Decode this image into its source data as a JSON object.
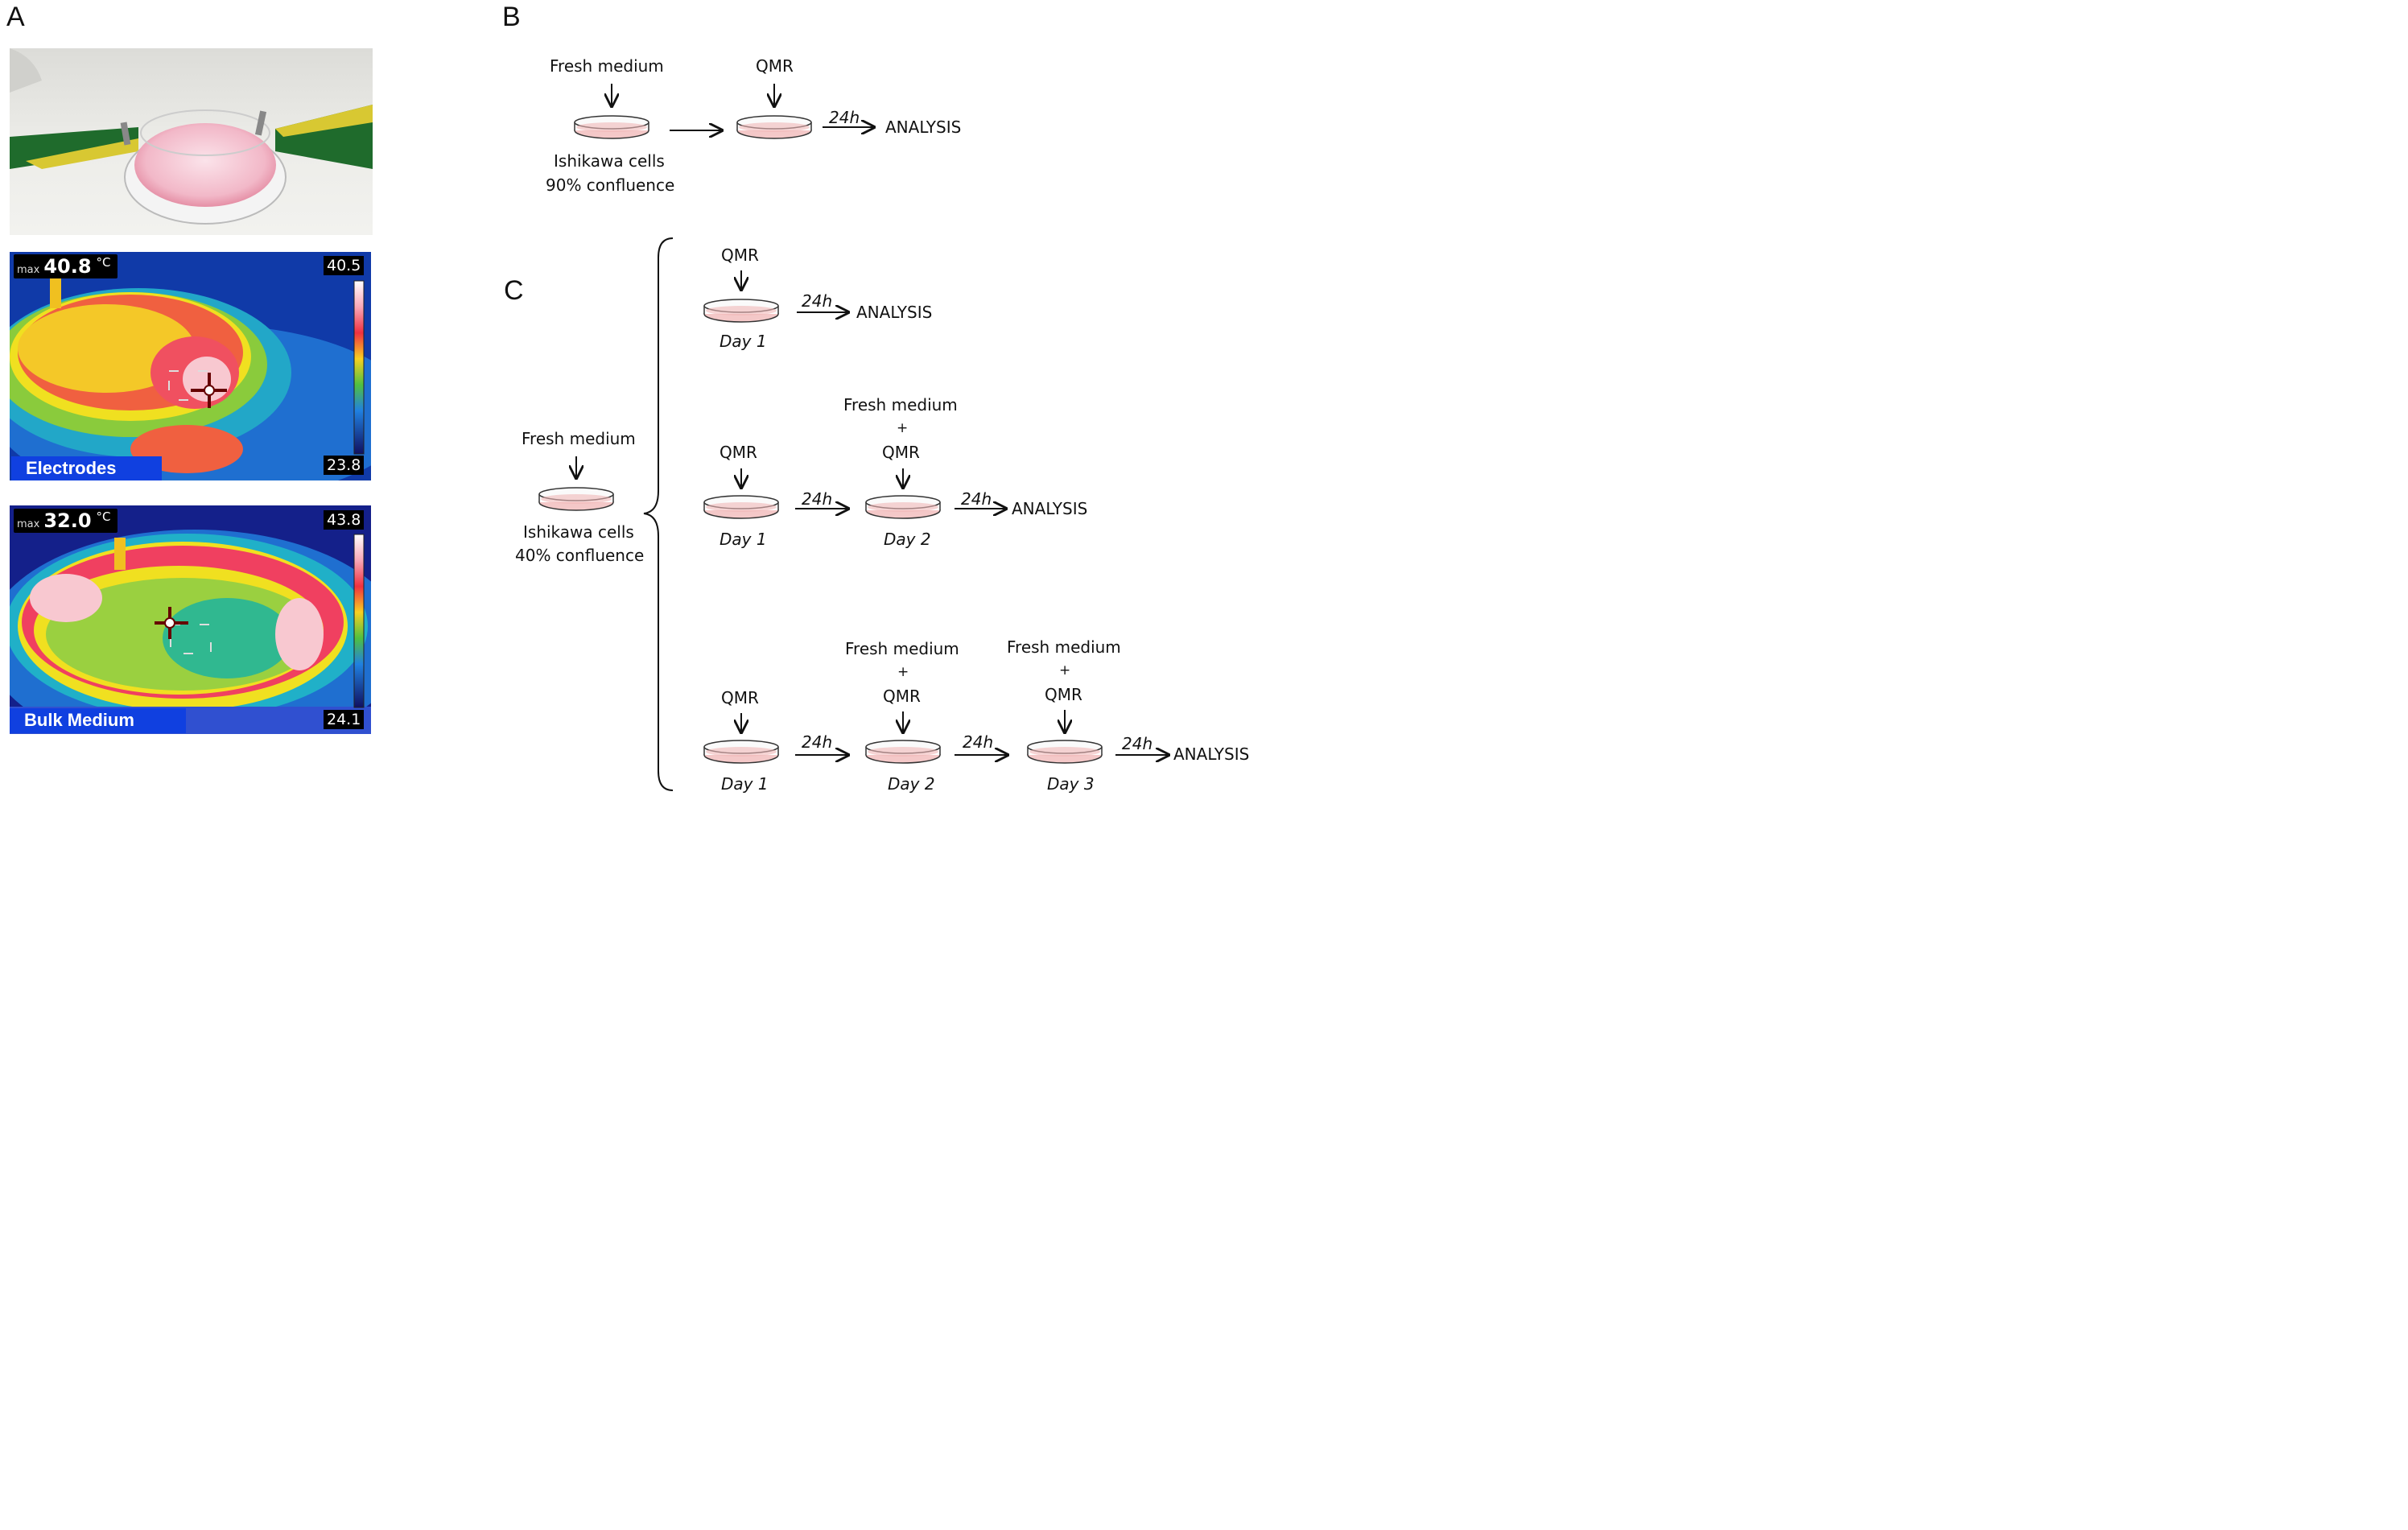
{
  "panels": {
    "a": "A",
    "b": "B",
    "c": "C"
  },
  "thermal_top": {
    "max_prefix": "max",
    "max_value": "40.8",
    "unit": "°C",
    "scale_high": "40.5",
    "scale_low": "23.8",
    "name": "Electrodes"
  },
  "thermal_bottom": {
    "max_prefix": "max",
    "max_value": "32.0",
    "unit": "°C",
    "scale_high": "43.8",
    "scale_low": "24.1",
    "name": "Bulk Medium"
  },
  "b": {
    "fresh_medium": "Fresh medium",
    "qmr": "QMR",
    "h24": "24h",
    "analysis": "ANALYSIS",
    "cells_line1": "Ishikawa cells",
    "cells_line2": "90% confluence"
  },
  "c": {
    "fresh_medium": "Fresh medium",
    "cells_line1": "Ishikawa cells",
    "cells_line2": "40% confluence",
    "qmr": "QMR",
    "plus": "+",
    "h24": "24h",
    "analysis": "ANALYSIS",
    "day1": "Day 1",
    "day2": "Day 2",
    "day3": "Day 3"
  },
  "colors": {
    "dish_fill": "#f4c8c8",
    "dish_outline": "#333333",
    "label_bar": "#1040e0"
  }
}
